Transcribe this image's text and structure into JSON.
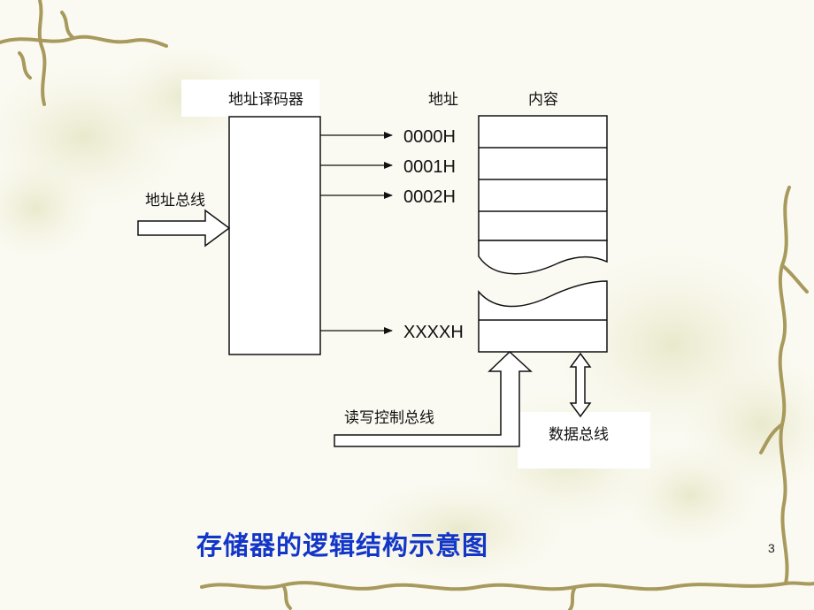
{
  "slide": {
    "title": "存储器的逻辑结构示意图",
    "page_number": "3",
    "title_color": "#1236c8"
  },
  "diagram": {
    "decoder_label": "地址译码器",
    "address_header": "地址",
    "content_header": "内容",
    "address_bus_label": "地址总线",
    "control_bus_label": "读写控制总线",
    "data_bus_label": "数据总线",
    "addresses": [
      "0000H",
      "0001H",
      "0002H",
      "XXXXH"
    ]
  }
}
